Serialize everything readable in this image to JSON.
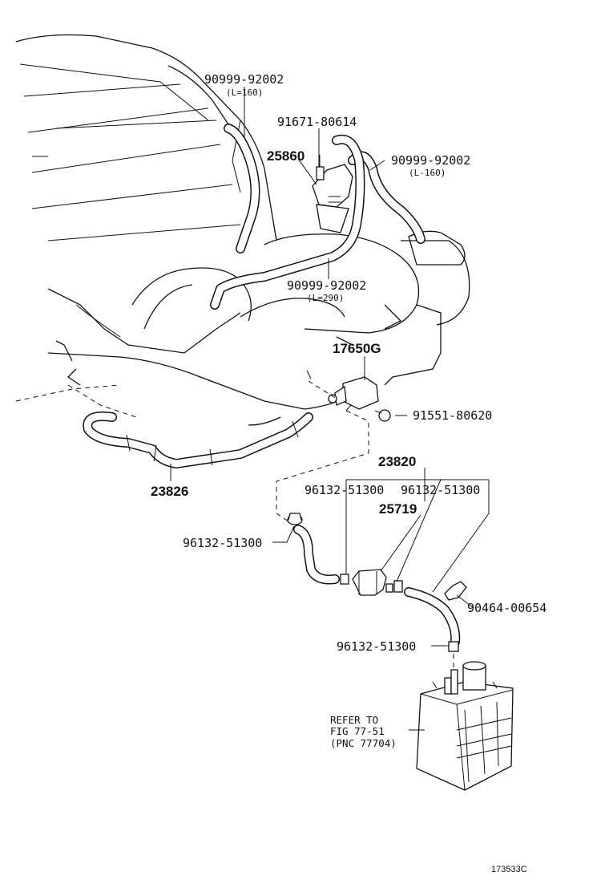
{
  "labels": {
    "hose_upper_left": "90999-92002",
    "hose_upper_left_len": "(L=160)",
    "bolt_upper": "91671-80614",
    "vsv_upper": "25860",
    "hose_upper_right": "90999-92002",
    "hose_upper_right_len": "(L-160)",
    "hose_mid": "90999-92002",
    "hose_mid_len": "(L=290)",
    "vsv_main": "17650G",
    "bolt_lower": "91551-80620",
    "hose_lower_left": "23826",
    "hose_set": "23820",
    "clamp_a": "96132-51300",
    "clamp_b": "96132-51300",
    "valve": "25719",
    "clamp_left": "96132-51300",
    "clip": "90464-00654",
    "clamp_bottom": "96132-51300",
    "refer_1": "REFER TO",
    "refer_2": "FIG 77-51",
    "refer_3": "(PNC 77704)",
    "figure_code": "173533C"
  }
}
